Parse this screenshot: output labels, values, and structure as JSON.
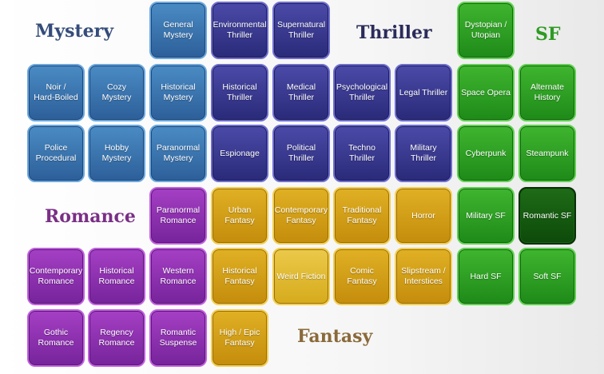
{
  "headings": {
    "mystery": "Mystery",
    "thriller": "Thriller",
    "sf": "SF",
    "romance": "Romance",
    "fantasy": "Fantasy"
  },
  "heading_colors": {
    "mystery": "#344c7a",
    "thriller": "#2b2b5c",
    "sf": "#2e9b22",
    "romance": "#7a2f86",
    "fantasy": "#8a6a3a"
  },
  "tiles": [
    {
      "id": "general-mystery",
      "label": "General\nMystery",
      "genre": "mystery",
      "row": 0,
      "col": 2
    },
    {
      "id": "noir-hard-boiled",
      "label": "Noir /\nHard-Boiled",
      "genre": "mystery",
      "row": 1,
      "col": 0
    },
    {
      "id": "cozy-mystery",
      "label": "Cozy\nMystery",
      "genre": "mystery",
      "row": 1,
      "col": 1
    },
    {
      "id": "historical-mystery",
      "label": "Historical\nMystery",
      "genre": "mystery",
      "row": 1,
      "col": 2
    },
    {
      "id": "police-procedural",
      "label": "Police\nProcedural",
      "genre": "mystery",
      "row": 2,
      "col": 0
    },
    {
      "id": "hobby-mystery",
      "label": "Hobby\nMystery",
      "genre": "mystery",
      "row": 2,
      "col": 1
    },
    {
      "id": "paranormal-mystery",
      "label": "Paranormal\nMystery",
      "genre": "mystery",
      "row": 2,
      "col": 2
    },
    {
      "id": "environmental-thriller",
      "label": "Environmental\nThriller",
      "genre": "thriller",
      "row": 0,
      "col": 3
    },
    {
      "id": "supernatural-thriller",
      "label": "Supernatural\nThriller",
      "genre": "thriller",
      "row": 0,
      "col": 4
    },
    {
      "id": "historical-thriller",
      "label": "Historical\nThriller",
      "genre": "thriller",
      "row": 1,
      "col": 3
    },
    {
      "id": "medical-thriller",
      "label": "Medical\nThriller",
      "genre": "thriller",
      "row": 1,
      "col": 4
    },
    {
      "id": "psychological-thriller",
      "label": "Psychological\nThriller",
      "genre": "thriller",
      "row": 1,
      "col": 5
    },
    {
      "id": "legal-thriller",
      "label": "Legal Thriller",
      "genre": "thriller",
      "row": 1,
      "col": 6
    },
    {
      "id": "espionage",
      "label": "Espionage",
      "genre": "thriller",
      "row": 2,
      "col": 3
    },
    {
      "id": "political-thriller",
      "label": "Political\nThriller",
      "genre": "thriller",
      "row": 2,
      "col": 4
    },
    {
      "id": "techno-thriller",
      "label": "Techno\nThriller",
      "genre": "thriller",
      "row": 2,
      "col": 5
    },
    {
      "id": "military-thriller",
      "label": "Military\nThriller",
      "genre": "thriller",
      "row": 2,
      "col": 6
    },
    {
      "id": "dystopian-utopian",
      "label": "Dystopian /\nUtopian",
      "genre": "sf",
      "row": 0,
      "col": 7
    },
    {
      "id": "space-opera",
      "label": "Space Opera",
      "genre": "sf",
      "row": 1,
      "col": 7
    },
    {
      "id": "alternate-history",
      "label": "Alternate\nHistory",
      "genre": "sf",
      "row": 1,
      "col": 8
    },
    {
      "id": "cyberpunk",
      "label": "Cyberpunk",
      "genre": "sf",
      "row": 2,
      "col": 7
    },
    {
      "id": "steampunk",
      "label": "Steampunk",
      "genre": "sf",
      "row": 2,
      "col": 8
    },
    {
      "id": "military-sf",
      "label": "Military SF",
      "genre": "sf",
      "row": 3,
      "col": 7
    },
    {
      "id": "romantic-sf",
      "label": "Romantic SF",
      "genre": "sf",
      "row": 3,
      "col": 8,
      "variant": "dark"
    },
    {
      "id": "hard-sf",
      "label": "Hard SF",
      "genre": "sf",
      "row": 4,
      "col": 7
    },
    {
      "id": "soft-sf",
      "label": "Soft SF",
      "genre": "sf",
      "row": 4,
      "col": 8
    },
    {
      "id": "paranormal-romance",
      "label": "Paranormal\nRomance",
      "genre": "romance",
      "row": 3,
      "col": 2
    },
    {
      "id": "contemporary-romance",
      "label": "Contemporary\nRomance",
      "genre": "romance",
      "row": 4,
      "col": 0
    },
    {
      "id": "historical-romance",
      "label": "Historical\nRomance",
      "genre": "romance",
      "row": 4,
      "col": 1
    },
    {
      "id": "western-romance",
      "label": "Western\nRomance",
      "genre": "romance",
      "row": 4,
      "col": 2
    },
    {
      "id": "gothic-romance",
      "label": "Gothic\nRomance",
      "genre": "romance",
      "row": 5,
      "col": 0
    },
    {
      "id": "regency-romance",
      "label": "Regency\nRomance",
      "genre": "romance",
      "row": 5,
      "col": 1
    },
    {
      "id": "romantic-suspense",
      "label": "Romantic\nSuspense",
      "genre": "romance",
      "row": 5,
      "col": 2
    },
    {
      "id": "urban-fantasy",
      "label": "Urban\nFantasy",
      "genre": "fantasy",
      "row": 3,
      "col": 3
    },
    {
      "id": "contemporary-fantasy",
      "label": "Contemporary\nFantasy",
      "genre": "fantasy",
      "row": 3,
      "col": 4
    },
    {
      "id": "traditional-fantasy",
      "label": "Traditional\nFantasy",
      "genre": "fantasy",
      "row": 3,
      "col": 5
    },
    {
      "id": "horror",
      "label": "Horror",
      "genre": "fantasy",
      "row": 3,
      "col": 6
    },
    {
      "id": "historical-fantasy",
      "label": "Historical\nFantasy",
      "genre": "fantasy",
      "row": 4,
      "col": 3
    },
    {
      "id": "weird-fiction",
      "label": "Weird Fiction",
      "genre": "fantasy",
      "row": 4,
      "col": 4,
      "variant": "light"
    },
    {
      "id": "comic-fantasy",
      "label": "Comic\nFantasy",
      "genre": "fantasy",
      "row": 4,
      "col": 5
    },
    {
      "id": "slipstream-interstices",
      "label": "Slipstream /\nInterstices",
      "genre": "fantasy",
      "row": 4,
      "col": 6
    },
    {
      "id": "high-epic-fantasy",
      "label": "High / Epic\nFantasy",
      "genre": "fantasy",
      "row": 5,
      "col": 3
    }
  ]
}
